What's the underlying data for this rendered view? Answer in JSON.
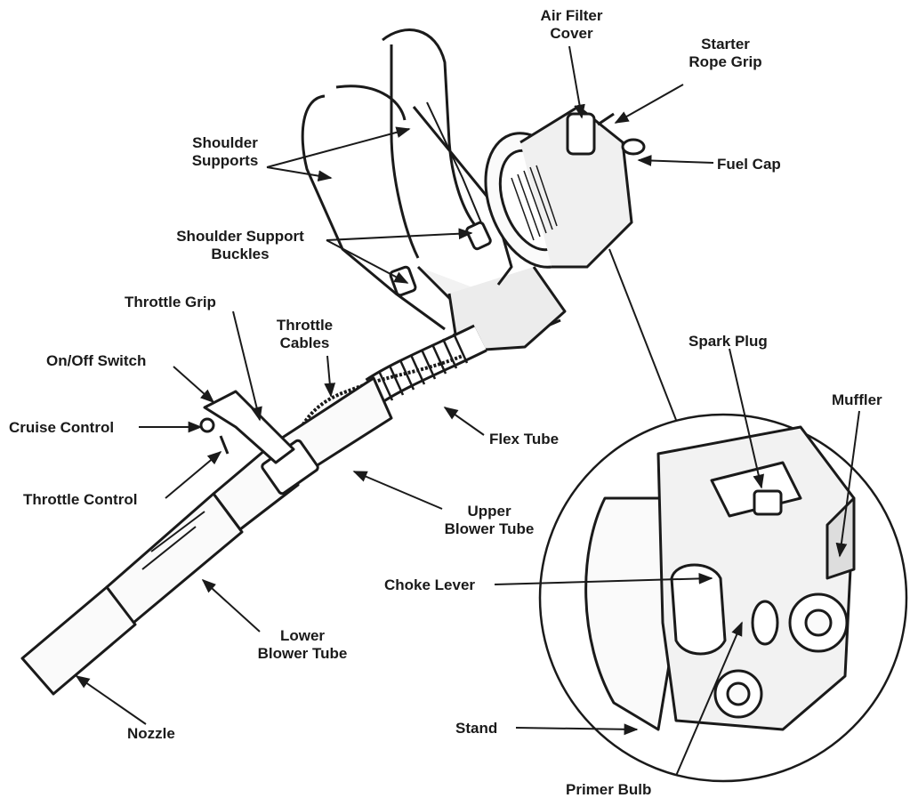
{
  "labels": {
    "air_filter_cover": [
      "Air Filter",
      "Cover"
    ],
    "starter_rope_grip": [
      "Starter",
      "Rope Grip"
    ],
    "shoulder_supports": [
      "Shoulder",
      "Supports"
    ],
    "fuel_cap": "Fuel Cap",
    "shoulder_support_buckles": [
      "Shoulder Support",
      "Buckles"
    ],
    "throttle_grip": "Throttle Grip",
    "throttle_cables": [
      "Throttle",
      "Cables"
    ],
    "on_off_switch": "On/Off Switch",
    "spark_plug": "Spark Plug",
    "muffler": "Muffler",
    "cruise_control": "Cruise Control",
    "flex_tube": "Flex Tube",
    "throttle_control": "Throttle Control",
    "upper_blower_tube": [
      "Upper",
      "Blower Tube"
    ],
    "choke_lever": "Choke Lever",
    "lower_blower_tube": [
      "Lower",
      "Blower Tube"
    ],
    "nozzle": "Nozzle",
    "stand": "Stand",
    "primer_bulb": "Primer Bulb"
  },
  "colors": {
    "ink": "#1a1a1a",
    "background": "#ffffff"
  }
}
